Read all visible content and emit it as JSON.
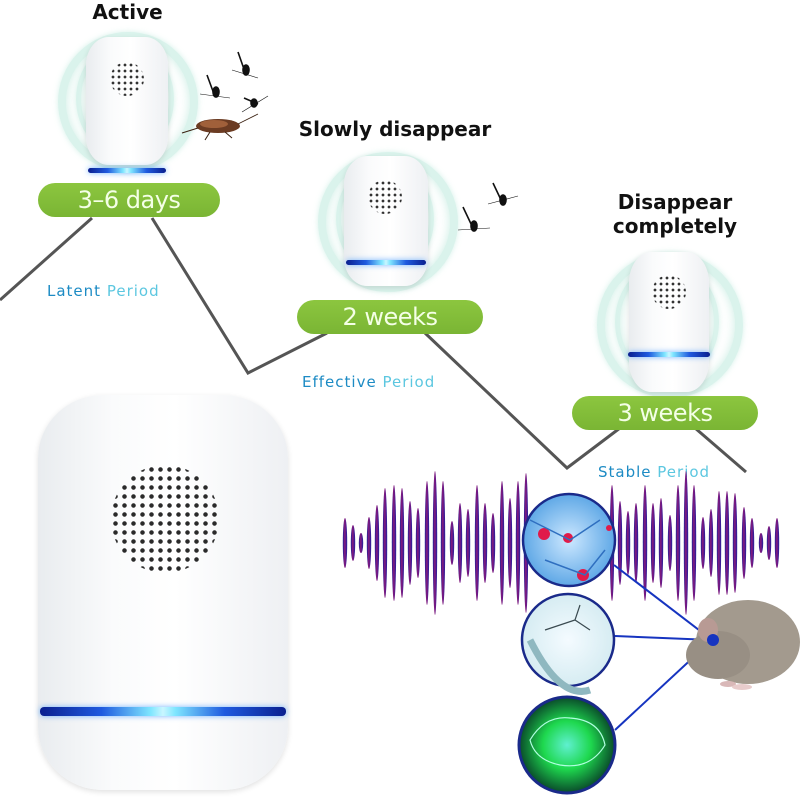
{
  "stages": [
    {
      "heading": "Active",
      "duration": "3–6 days"
    },
    {
      "heading": "Slowly disappear",
      "duration": "2 weeks"
    },
    {
      "heading_line1": "Disappear",
      "heading_line2": "completely",
      "duration": "3 weeks"
    }
  ],
  "periods": [
    {
      "word1": "Latent",
      "word2": "Period"
    },
    {
      "word1": "Effective",
      "word2": "Period"
    },
    {
      "word1": "Stable",
      "word2": "Period"
    }
  ],
  "icons": {
    "device": "ultrasonic-repeller-device",
    "insects": [
      "mosquito",
      "cockroach"
    ],
    "sound_wave": "ultrasonic-wave",
    "brain_circles": [
      "neuron-cells",
      "nerve-fiber",
      "brain-scan"
    ],
    "animal": "rat"
  },
  "colors": {
    "pill_green": "#7ab534",
    "pill_text": "#f4ffe6",
    "period_dark_blue": "#1d8bc4",
    "period_light_blue": "#5cc7e0",
    "line_gray": "#555555",
    "led_blue": "#1f5adf",
    "wave_blue": "#1a1f9c",
    "wave_purple": "#8a1a7a"
  }
}
